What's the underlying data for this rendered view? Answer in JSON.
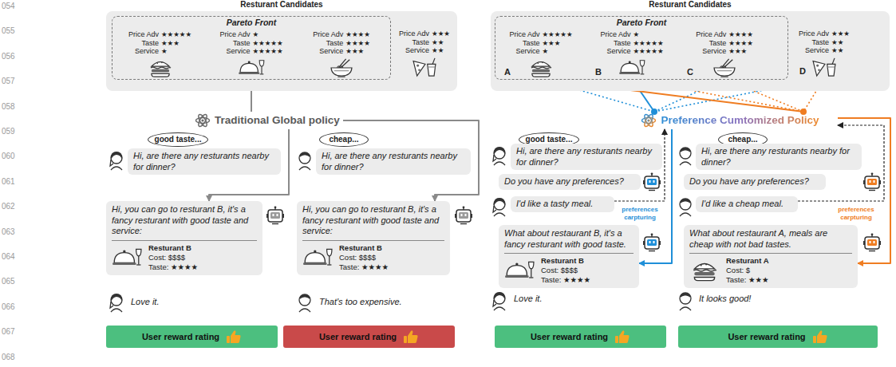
{
  "diagram": {
    "nodes": [
      {
        "text": [
          "Resturant Candidates"
        ]
      },
      {
        "text": [
          "Pareto Front"
        ],
        "in": 0
      },
      {
        "text": [
          "Price Adv",
          "★★★★★",
          "Taste",
          "★★★",
          "Service",
          "★"
        ],
        "in": 1
      },
      {
        "text": [
          "Price Adv",
          "★",
          "Taste",
          "★★★★★",
          "Service",
          "★★★★★"
        ],
        "in": 1
      },
      {
        "text": [
          "Price Adv",
          "★★★★",
          "Taste",
          "★★★★",
          "Service",
          "★★★"
        ],
        "in": 1
      },
      {
        "text": [
          "Price Adv",
          "★★★",
          "Taste",
          "★★",
          "Service",
          "★★"
        ],
        "in": 0
      },
      {
        "text": [
          "Traditional Global policy"
        ]
      },
      {
        "text": [
          "good taste..."
        ]
      },
      {
        "text": [
          "Hi, are there any resturants nearby for dinner?"
        ]
      },
      {
        "text": [
          "Hi, you can go to resturant B, it's a fancy resturant with good taste and service:",
          "Resturant B",
          "Cost: $$$$",
          "Taste: ★★★★"
        ]
      },
      {
        "text": [
          "Love it."
        ]
      },
      {
        "text": [
          "User reward rating"
        ]
      },
      {
        "text": [
          "cheap..."
        ]
      },
      {
        "text": [
          "Hi, are there any resturants nearby for dinner?"
        ]
      },
      {
        "text": [
          "Hi, you can go to resturant B, it's a fancy resturant with good taste and service:",
          "Resturant B",
          "Cost: $$$$",
          "Taste: ★★★★"
        ]
      },
      {
        "text": [
          "That's too expensive."
        ]
      },
      {
        "text": [
          "User reward rating"
        ]
      },
      {
        "text": [
          "Resturant Candidates"
        ]
      },
      {
        "text": [
          "Pareto Front"
        ],
        "in": 17
      },
      {
        "text": [
          "Price Adv",
          "★★★★★",
          "Taste",
          "★★★",
          "Service",
          "★",
          "A"
        ],
        "in": 18
      },
      {
        "text": [
          "Price Adv",
          "★",
          "Taste",
          "★★★★★",
          "Service",
          "★★★★★",
          "B"
        ],
        "in": 18
      },
      {
        "text": [
          "Price Adv",
          "★★★★",
          "Taste",
          "★★★★",
          "Service",
          "★★★",
          "C"
        ],
        "in": 18
      },
      {
        "text": [
          "Price Adv",
          "★★★",
          "Taste",
          "★★",
          "Service",
          "★★",
          "D"
        ],
        "in": 17
      },
      {
        "text": [
          "Preference Cumtomized Policy"
        ]
      },
      {
        "text": [
          "good taste..."
        ]
      },
      {
        "text": [
          "Hi, are there any resturants nearby for dinner?"
        ]
      },
      {
        "text": [
          "Do you have any preferences?"
        ]
      },
      {
        "text": [
          "I'd like a tasty meal."
        ]
      },
      {
        "text": [
          "What about restaurant B, it's a fancy resturant with good taste.",
          "Resturant B",
          "Cost: $$$$",
          "Taste: ★★★★"
        ]
      },
      {
        "text": [
          "Love it."
        ]
      },
      {
        "text": [
          "User reward rating"
        ]
      },
      {
        "text": [
          "cheap..."
        ]
      },
      {
        "text": [
          "Hi, are there any resturants nearby for dinner?"
        ]
      },
      {
        "text": [
          "Do you have any preferences?"
        ]
      },
      {
        "text": [
          "I'd like a cheap meal."
        ]
      },
      {
        "text": [
          "What about restaurant A, meals are cheap with not bad tastes.",
          "Resturant A",
          "Cost: $",
          "Taste: ★★★"
        ]
      },
      {
        "text": [
          "It looks good!"
        ]
      },
      {
        "text": [
          "User reward rating"
        ]
      }
    ],
    "edges": [
      {
        "from": 3,
        "to": 6,
        "arrow": "none"
      },
      {
        "from": 6,
        "to": 9,
        "arrow": "to"
      },
      {
        "from": 6,
        "to": 14,
        "arrow": "to"
      },
      {
        "from": 20,
        "to": 23,
        "arrow": "none"
      },
      {
        "from": 19,
        "to": 23,
        "arrow": "none"
      },
      {
        "from": 21,
        "to": 23,
        "arrow": "none"
      },
      {
        "from": 22,
        "to": 23,
        "arrow": "none"
      },
      {
        "from": 19,
        "to": 23,
        "arrow": "none"
      },
      {
        "from": 20,
        "to": 23,
        "arrow": "none"
      },
      {
        "from": 21,
        "to": 23,
        "arrow": "none"
      },
      {
        "from": 22,
        "to": 23,
        "arrow": "none"
      },
      {
        "from": 23,
        "to": 28,
        "arrow": "to"
      },
      {
        "from": 23,
        "to": 35,
        "arrow": "to"
      },
      {
        "from": 27,
        "to": 23,
        "arrow": "to"
      },
      {
        "from": 34,
        "to": 23,
        "arrow": "to"
      }
    ],
    "labels": [
      "054",
      "055",
      "056",
      "057",
      "058",
      "059",
      "060",
      "061",
      "062",
      "063",
      "064",
      "065",
      "066",
      "067",
      "068",
      "preferences carpturing",
      "preferences carpturing"
    ]
  }
}
